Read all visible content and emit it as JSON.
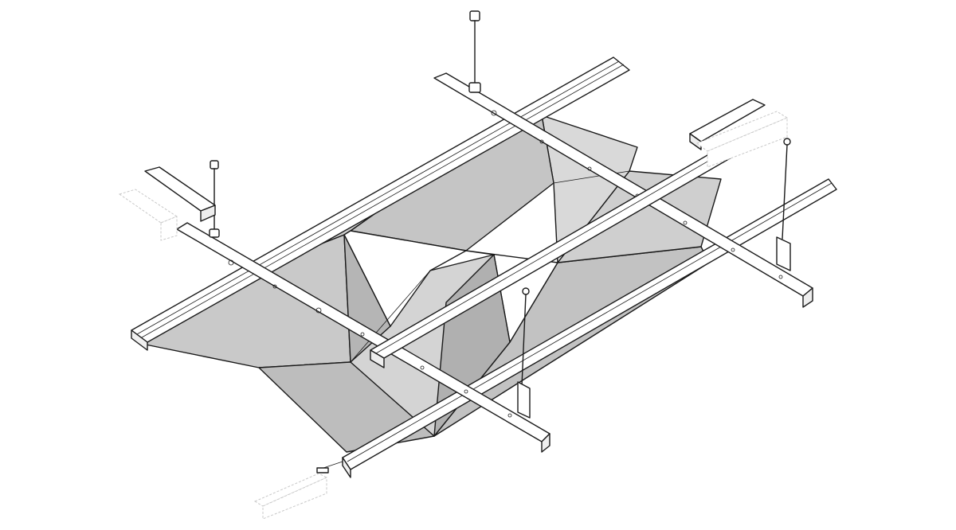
{
  "drawing": {
    "kind": "isometric ceiling system assembly",
    "colors": {
      "line": "#1a1a1a",
      "panel_light": "#e6e6e6",
      "panel_mid": "#c9c9c9",
      "panel_dark": "#a9a9a9",
      "rail_fill": "#ffffff",
      "ghost": "#c8c8c8",
      "background": "#ffffff"
    },
    "components": {
      "carrier_rails": 2,
      "cross_channels": 2,
      "threaded_rod_hangers": 2,
      "wire_hangers_with_clips": 2,
      "ghost_connector_brackets": 3,
      "origami_panels": 1
    }
  }
}
